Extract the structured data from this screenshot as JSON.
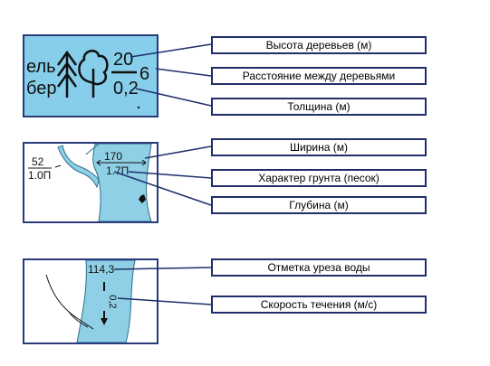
{
  "panel1": {
    "species_line1": "ель",
    "species_line2": "бер",
    "height_value": "20",
    "spacing_value": "6",
    "thickness_value": "0,2"
  },
  "panel2": {
    "side_width": "52",
    "side_depth_soil": "1.0П",
    "width_value": "170",
    "depth_soil_value": "1.7П"
  },
  "panel3": {
    "water_mark": "114,3",
    "speed_value": "0,2"
  },
  "labels": {
    "tree_height": "Высота деревьев (м)",
    "tree_spacing": "Расстояние между деревьями",
    "thickness": "Толщина  (м)",
    "width": "Ширина (м)",
    "soil": "Характер грунта (песок)",
    "depth": "Глубина (м)",
    "water_level_mark": "Отметка уреза воды",
    "flow_speed": "Скорость течения (м/с)"
  },
  "colors": {
    "panel1_bg": "#87ceeb",
    "water": "#8fd0e6",
    "border": "#1f2f6b"
  }
}
